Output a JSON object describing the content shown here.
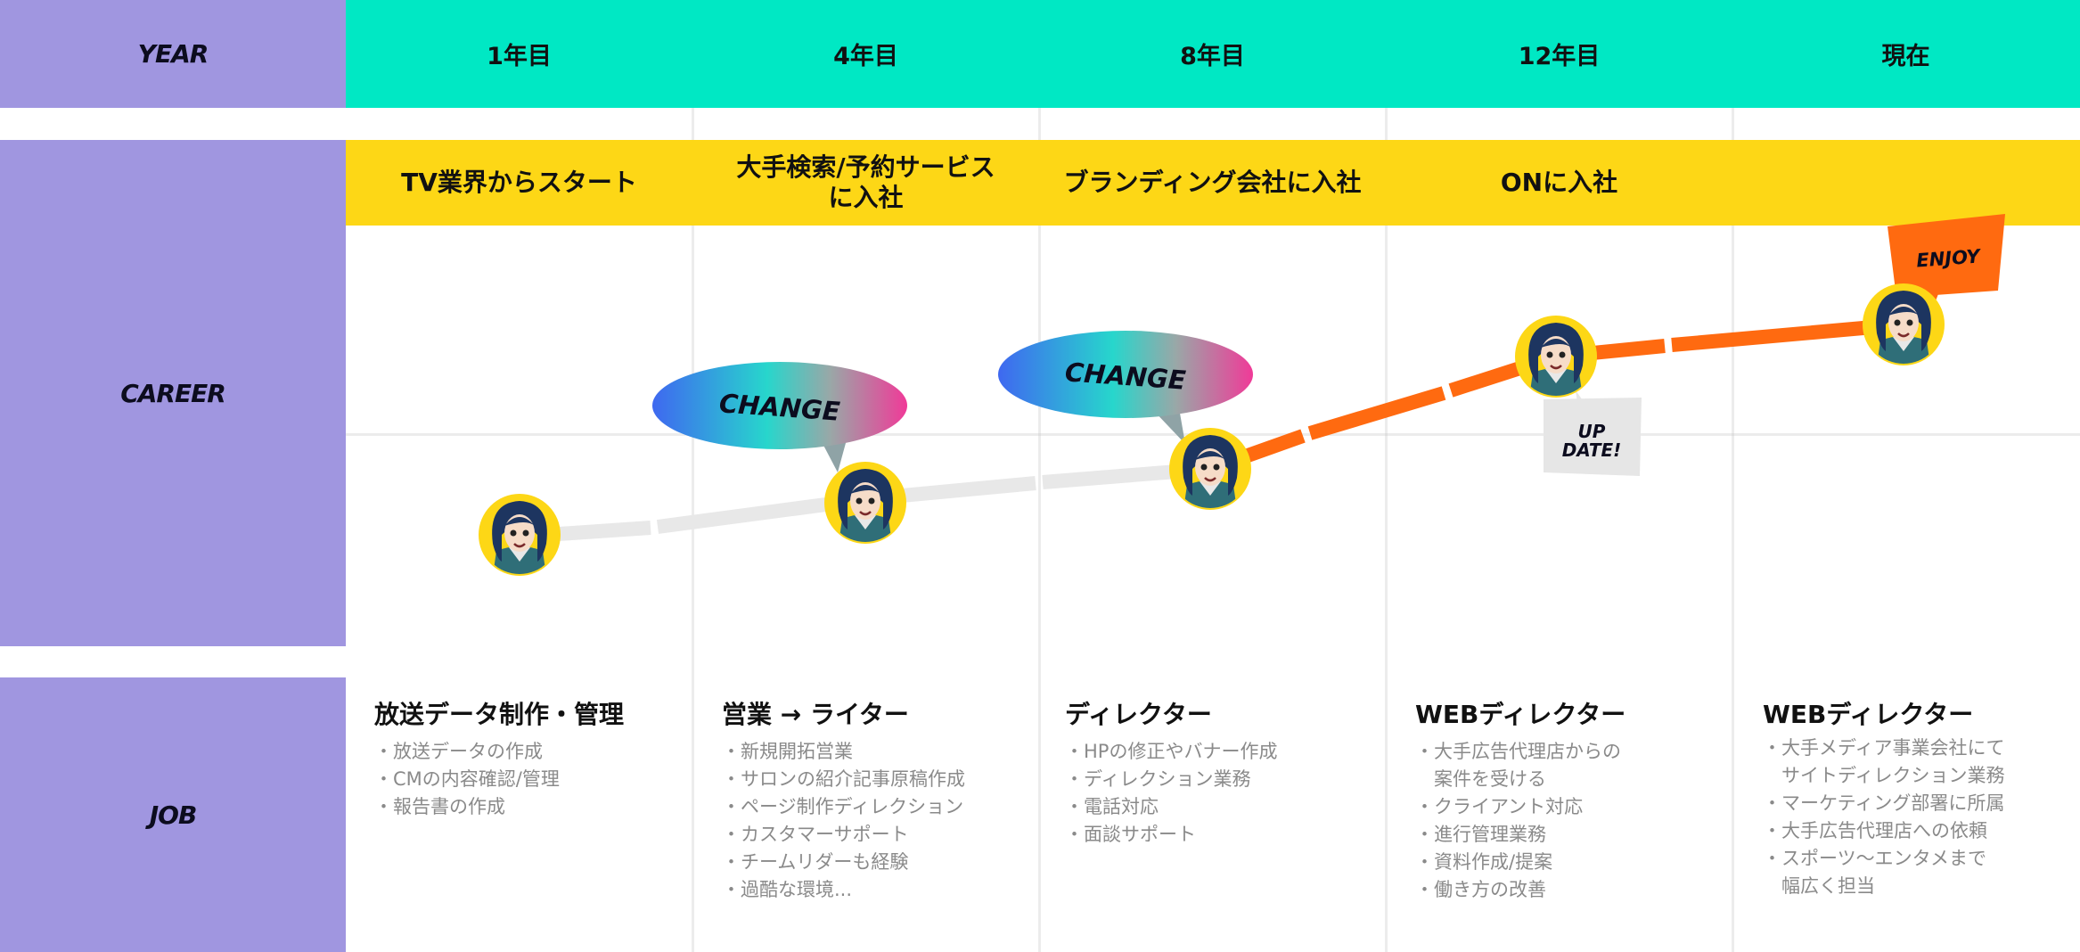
{
  "rows": {
    "year": "YEAR",
    "career": "CAREER",
    "job": "JOB"
  },
  "years": [
    "1年目",
    "4年目",
    "8年目",
    "12年目",
    "現在"
  ],
  "career_stages": [
    {
      "lines": [
        "TV業界からスタート"
      ]
    },
    {
      "lines": [
        "大手検索/予約サービス",
        "に入社"
      ]
    },
    {
      "lines": [
        "ブランディング会社に入社"
      ]
    },
    {
      "lines": [
        "ONに入社"
      ]
    },
    {
      "lines": [
        ""
      ]
    }
  ],
  "badges": {
    "change_1": "CHANGE",
    "change_2": "CHANGE",
    "update_line1": "UP",
    "update_line2": "DATE!",
    "enjoy": "ENJOY"
  },
  "jobs": [
    {
      "title": "放送データ制作・管理",
      "items": [
        "・放送データの作成",
        "・CMの内容確認/管理",
        "・報告書の作成"
      ]
    },
    {
      "title": "営業 → ライター",
      "items": [
        "・新規開拓営業",
        "・サロンの紹介記事原稿作成",
        "・ページ制作ディレクション",
        "・カスタマーサポート",
        "・チームリダーも経験",
        "・過酷な環境..."
      ]
    },
    {
      "title": "ディレクター",
      "items": [
        "・HPの修正やバナー作成",
        "・ディレクション業務",
        "・電話対応",
        "・面談サポート"
      ]
    },
    {
      "title": "WEBディレクター",
      "items": [
        "・大手広告代理店からの",
        "　案件を受ける",
        "・クライアント対応",
        "・進行管理業務",
        "・資料作成/提案",
        "・働き方の改善"
      ]
    },
    {
      "title": "WEBディレクター",
      "items": [
        "・大手メディア事業会社にて",
        "　サイトディレクション業務",
        "・マーケティング部署に所属",
        "・大手広告代理店への依頼",
        "・スポーツ〜エンタメまで",
        "　幅広く担当"
      ]
    }
  ],
  "colors": {
    "row_label_bg": "#a096e0",
    "year_bar": "#00e8c4",
    "career_bar": "#fdd716",
    "line_past": "#e8e8e8",
    "line_now": "#ff6a10",
    "avatar_bg": "#fdd716"
  },
  "icons": [
    "avatar-icon"
  ]
}
